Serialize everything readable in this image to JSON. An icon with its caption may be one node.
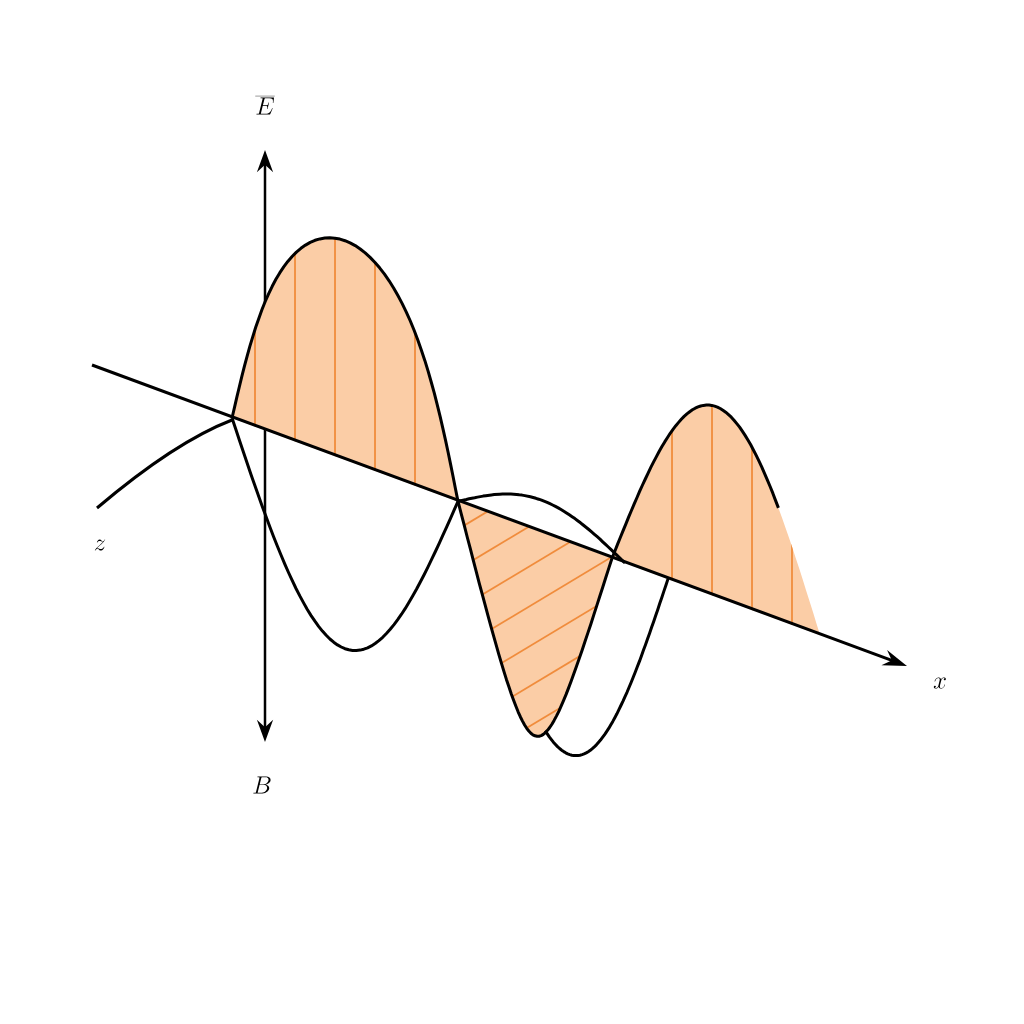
{
  "diagram": {
    "labels": [
      "\\overline{E}",
      "B",
      "z",
      "x"
    ]
  }
}
